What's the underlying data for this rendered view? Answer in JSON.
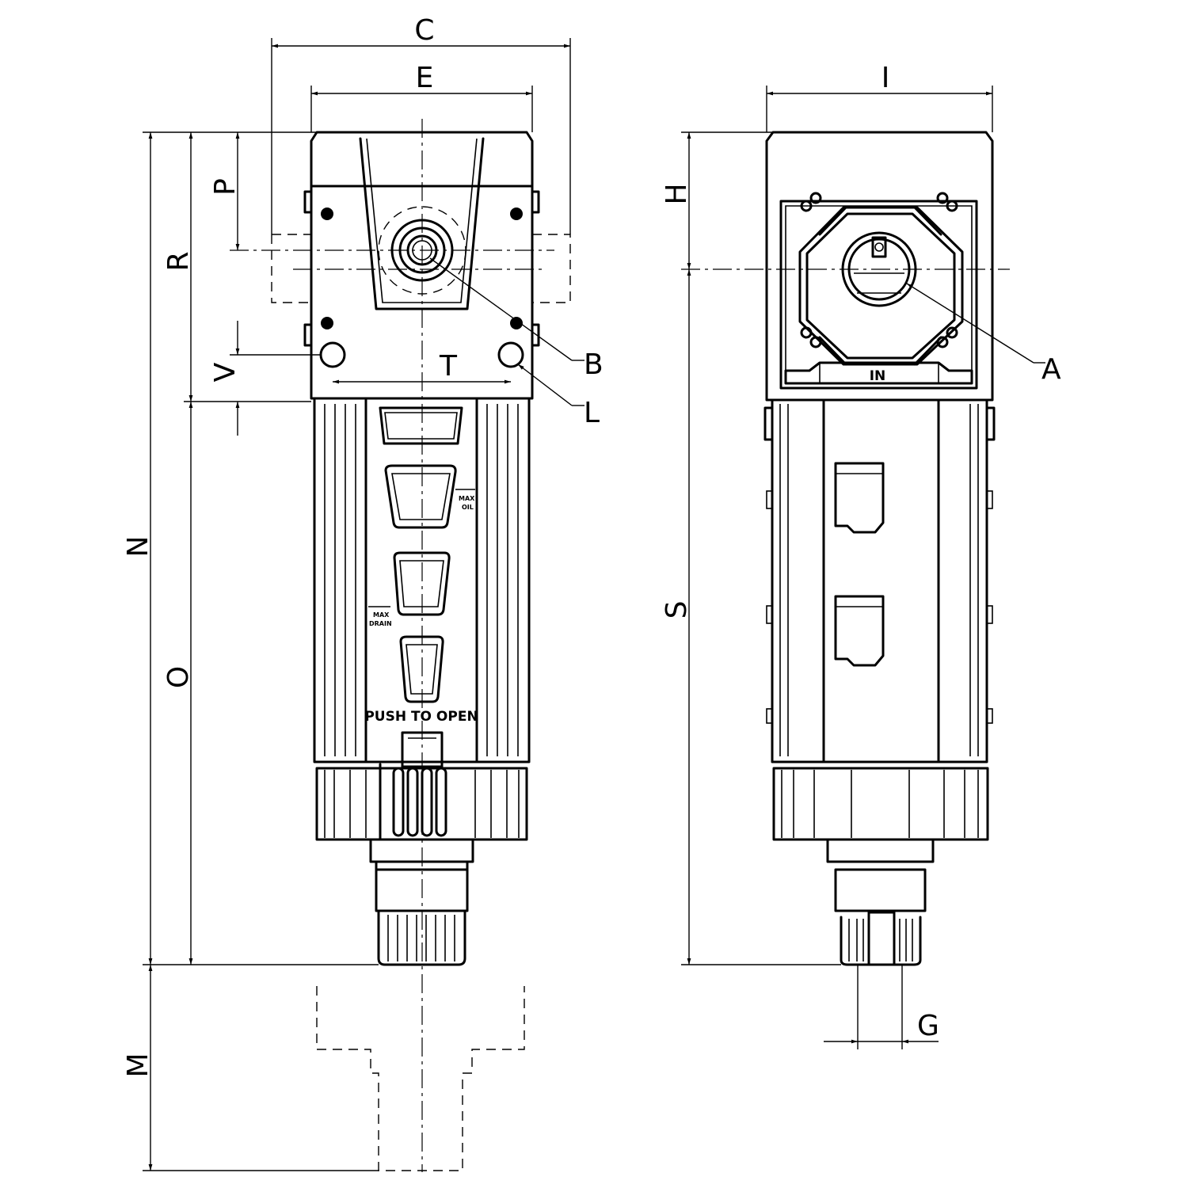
{
  "dimensions": {
    "C": "C",
    "E": "E",
    "I": "I",
    "P": "P",
    "R": "R",
    "H": "H",
    "N": "N",
    "O": "O",
    "V": "V",
    "T": "T",
    "S": "S",
    "M": "M",
    "G": "G"
  },
  "callouts": {
    "B": "B",
    "L": "L",
    "A": "A"
  },
  "markings": {
    "push_to_open": "PUSH TO OPEN",
    "in_port": "IN",
    "max_oil_1": "MAX",
    "max_oil_2": "OIL",
    "max_drain_1": "MAX",
    "max_drain_2": "DRAIN"
  }
}
